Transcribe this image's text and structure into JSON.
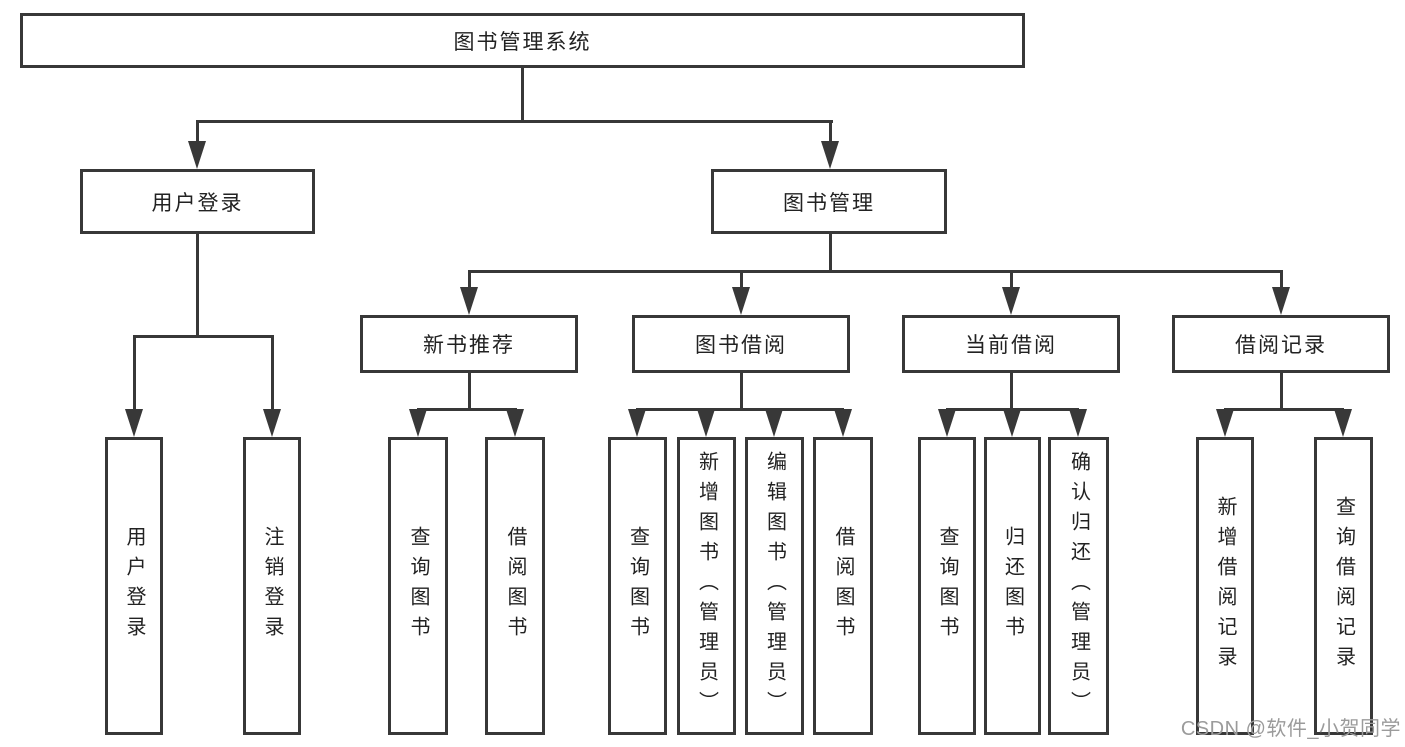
{
  "diagram": {
    "colors": {
      "line": "#383838",
      "box_background": "#ffffff",
      "text": "#222222",
      "watermark": "#9b9b9b",
      "page_background": "#ffffff"
    },
    "watermark": "CSDN @软件_小贺同学",
    "tree": {
      "root": "图书管理系统",
      "children": [
        {
          "label": "用户登录",
          "children": [
            "用户登录",
            "注销登录"
          ]
        },
        {
          "label": "图书管理",
          "children": [
            {
              "label": "新书推荐",
              "children": [
                "查询图书",
                "借阅图书"
              ]
            },
            {
              "label": "图书借阅",
              "children": [
                "查询图书",
                "新增图书（管理员）",
                "编辑图书（管理员）",
                "借阅图书"
              ]
            },
            {
              "label": "当前借阅",
              "children": [
                "查询图书",
                "归还图书",
                "确认归还（管理员）"
              ]
            },
            {
              "label": "借阅记录",
              "children": [
                "新增借阅记录",
                "查询借阅记录"
              ]
            }
          ]
        }
      ]
    }
  }
}
